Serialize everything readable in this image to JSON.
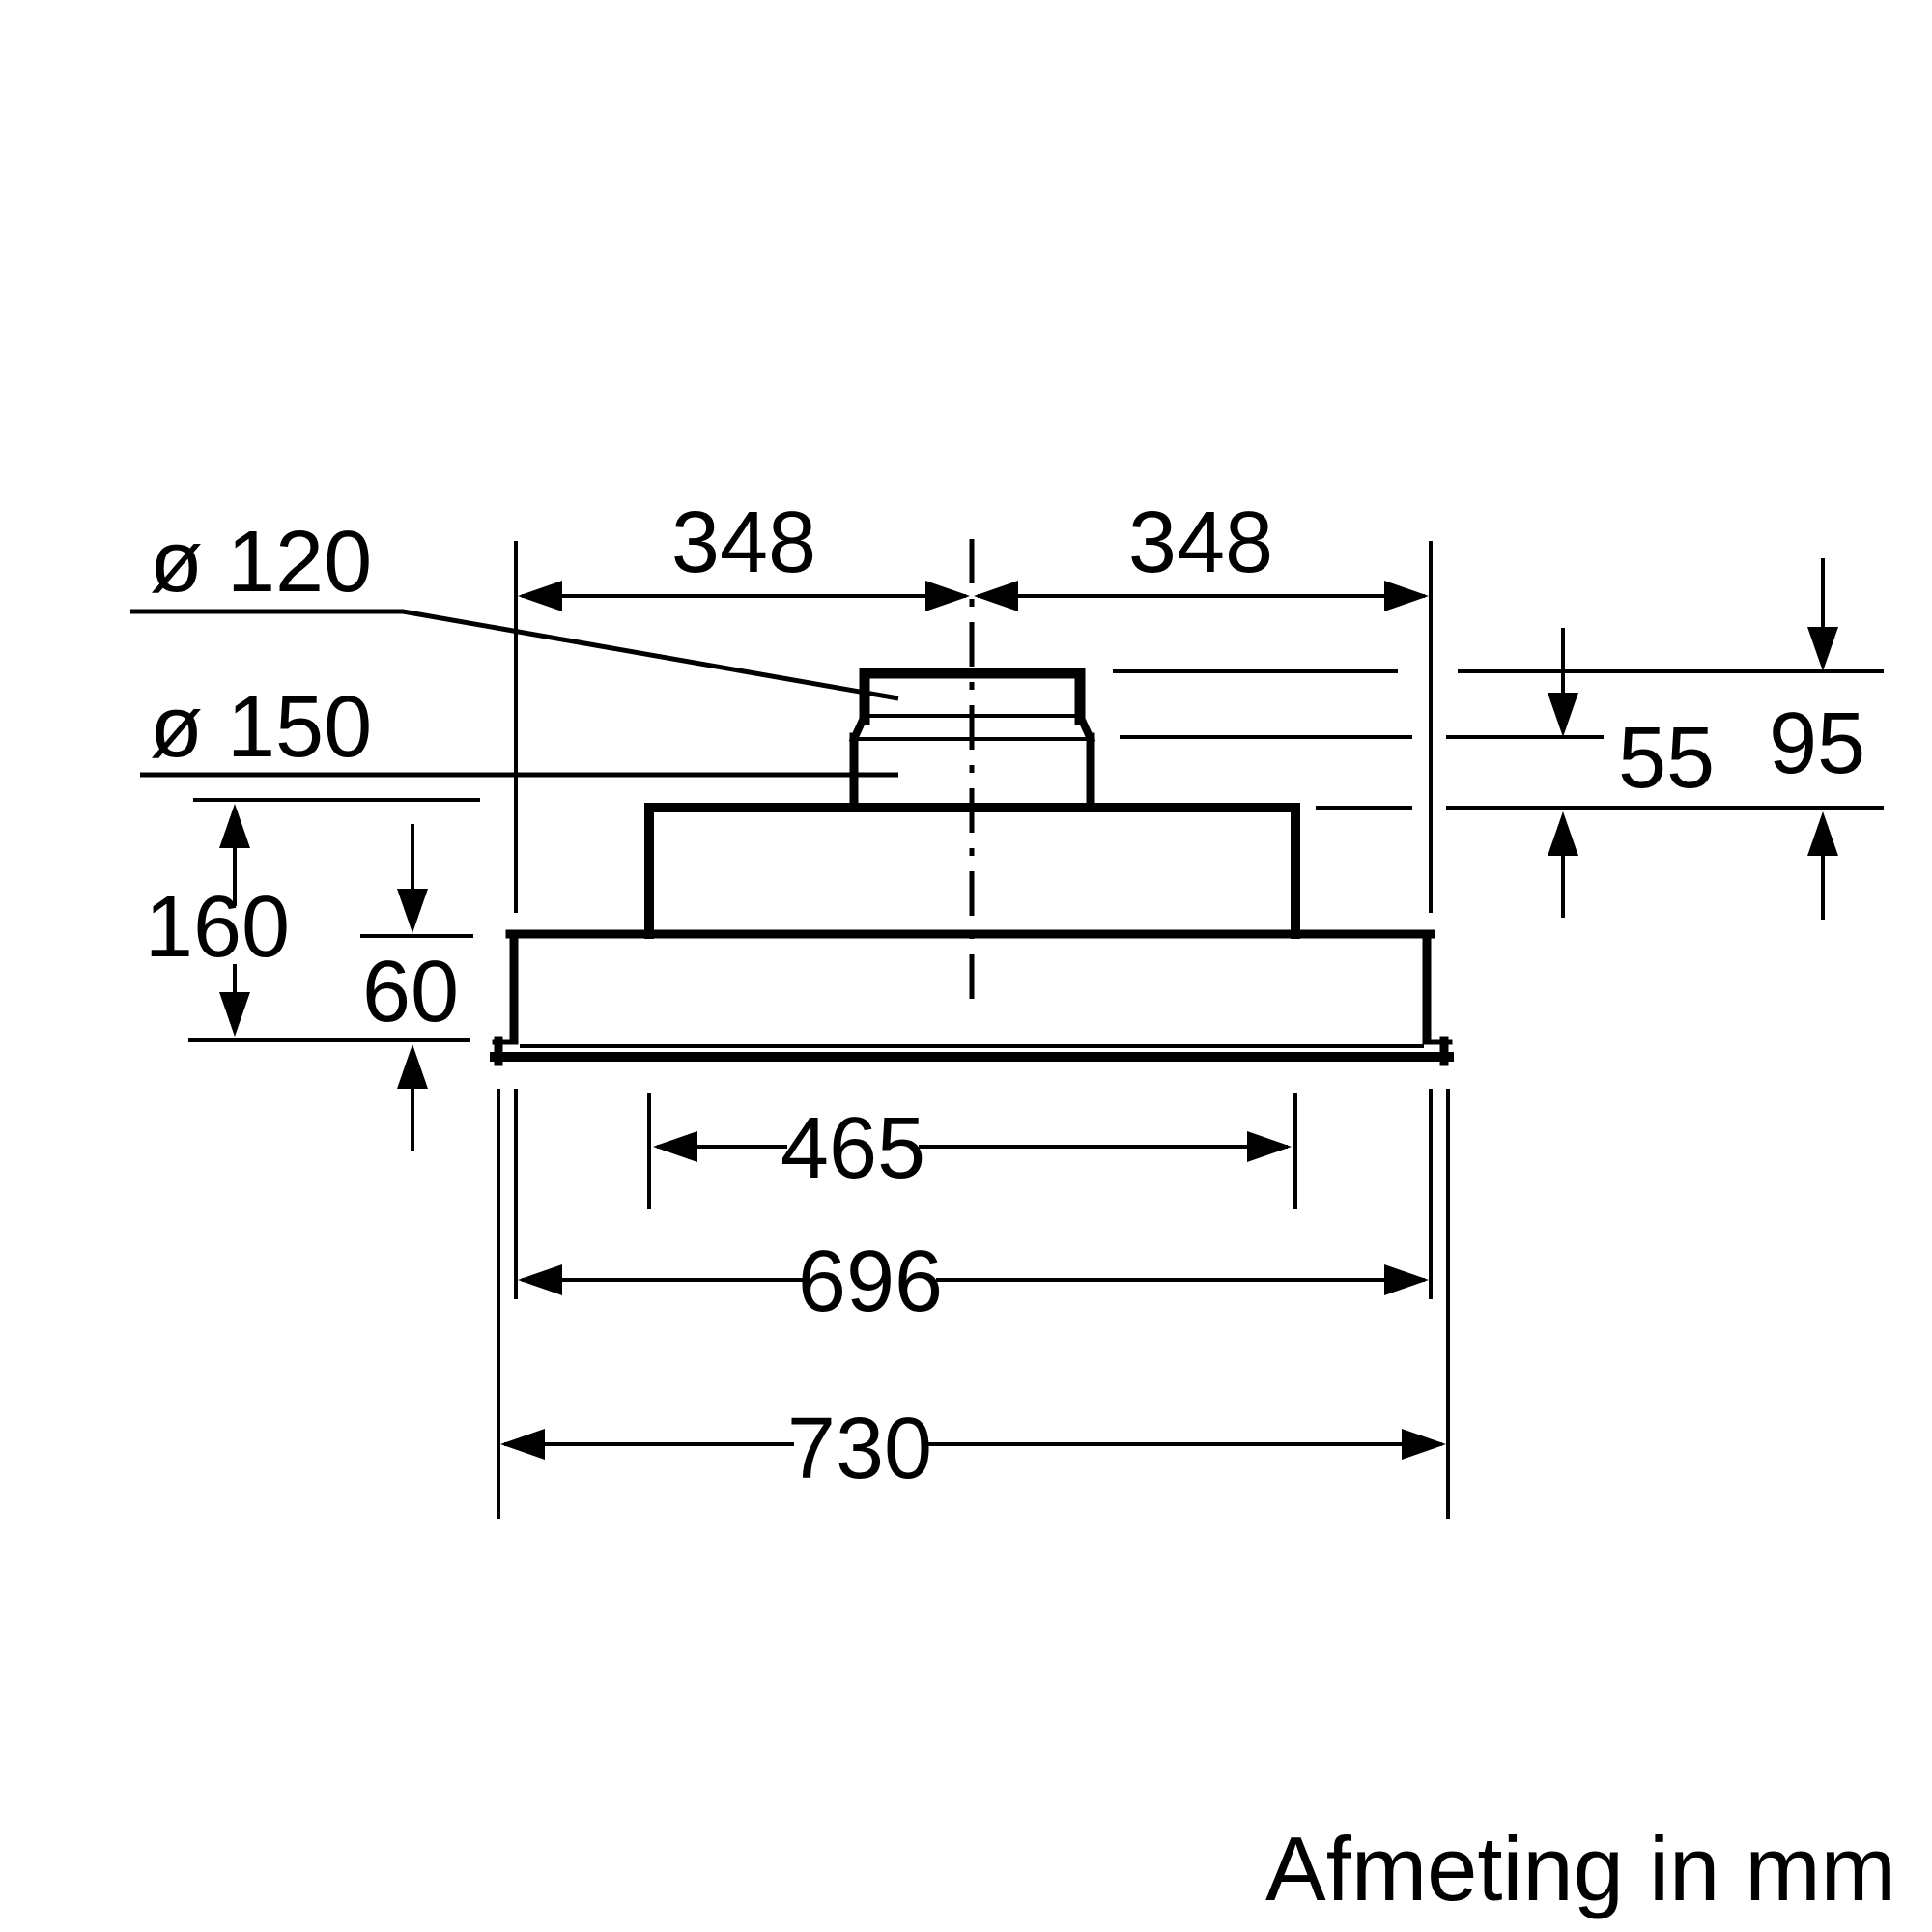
{
  "title": "Afmeting in mm",
  "units": "mm",
  "colors": {
    "line": "#000000",
    "background": "#ffffff"
  },
  "dimensions": {
    "duct_diameter_top": "ø 120",
    "duct_diameter_lower": "ø 150",
    "half_width_left": "348",
    "half_width_right": "348",
    "collar_lower_height": "55",
    "collar_total_height": "95",
    "body_total_height": "160",
    "bottom_section_height": "60",
    "inner_width": "465",
    "body_width": "696",
    "overall_width": "730"
  }
}
